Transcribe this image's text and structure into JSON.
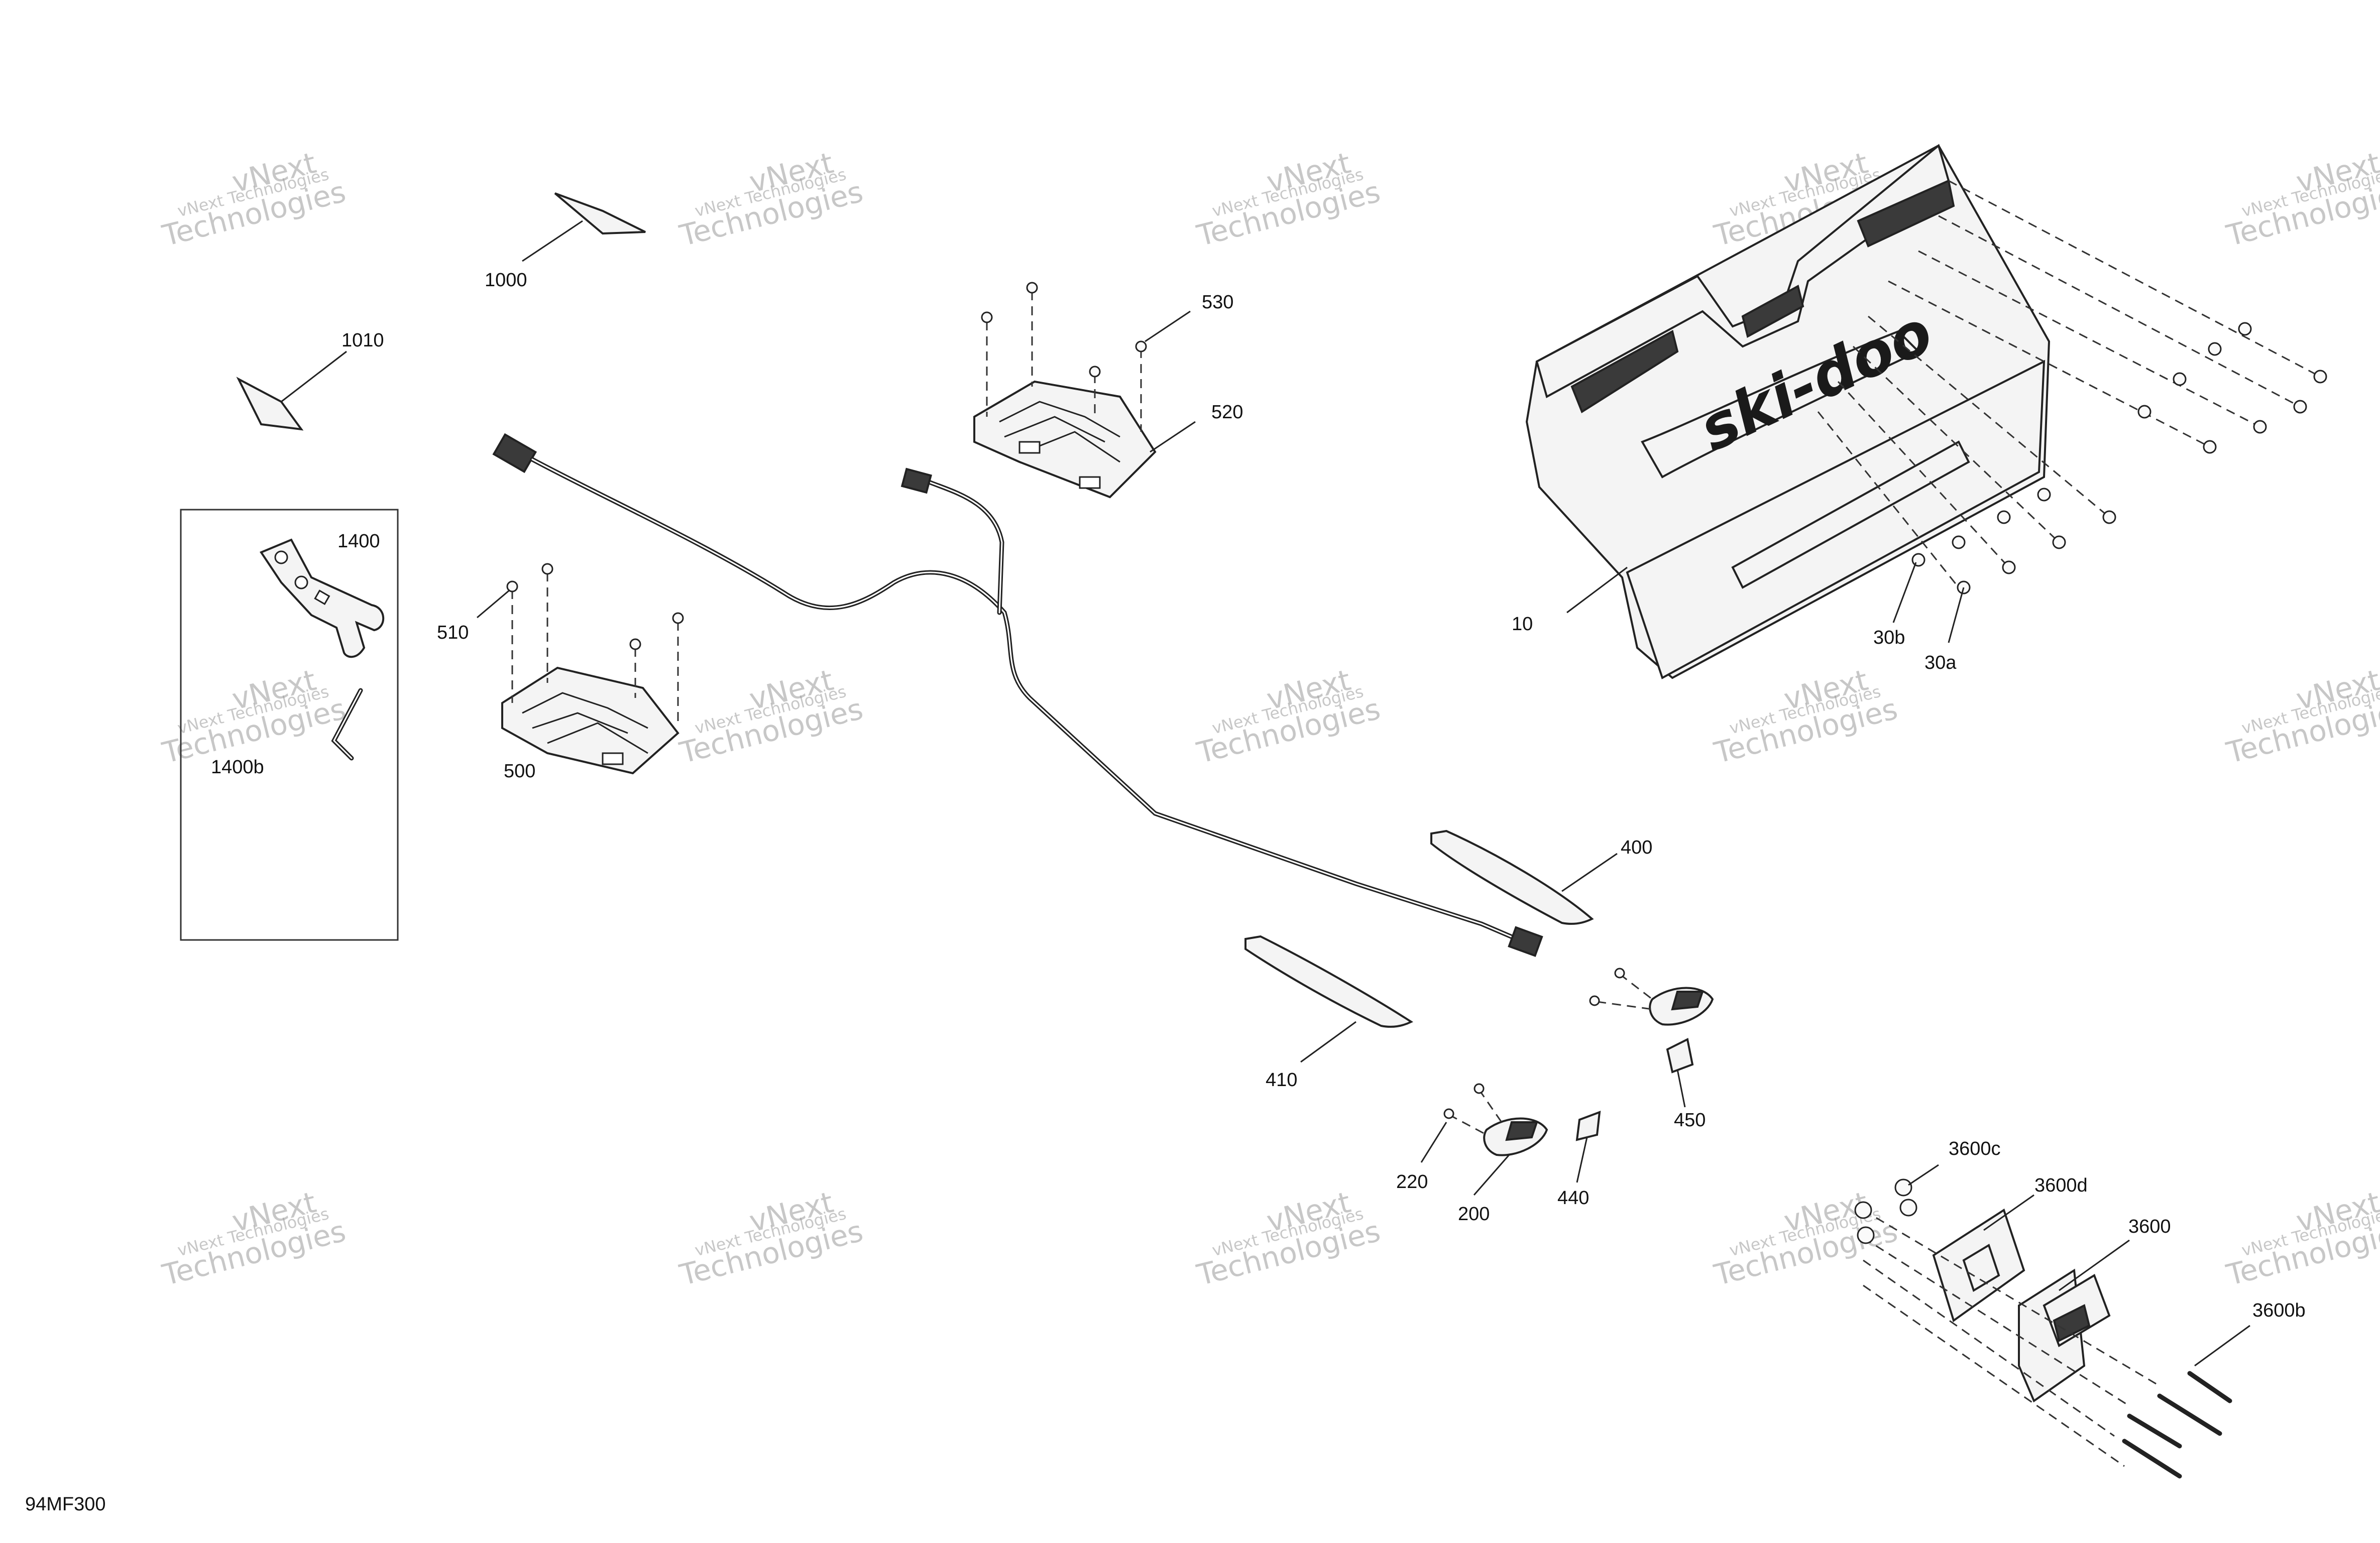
{
  "drawing_code": "94MF300",
  "watermark": {
    "line1": "vNext Technologies",
    "line2": "vNext",
    "line3": "Technologies"
  },
  "logo": "ski-doo",
  "callouts": [
    "1000",
    "1010",
    "1400",
    "1400b",
    "510",
    "500",
    "530",
    "520",
    "10",
    "30b",
    "30a",
    "400",
    "410",
    "450",
    "220",
    "200",
    "440",
    "3600c",
    "3600d",
    "3600",
    "3600b"
  ]
}
